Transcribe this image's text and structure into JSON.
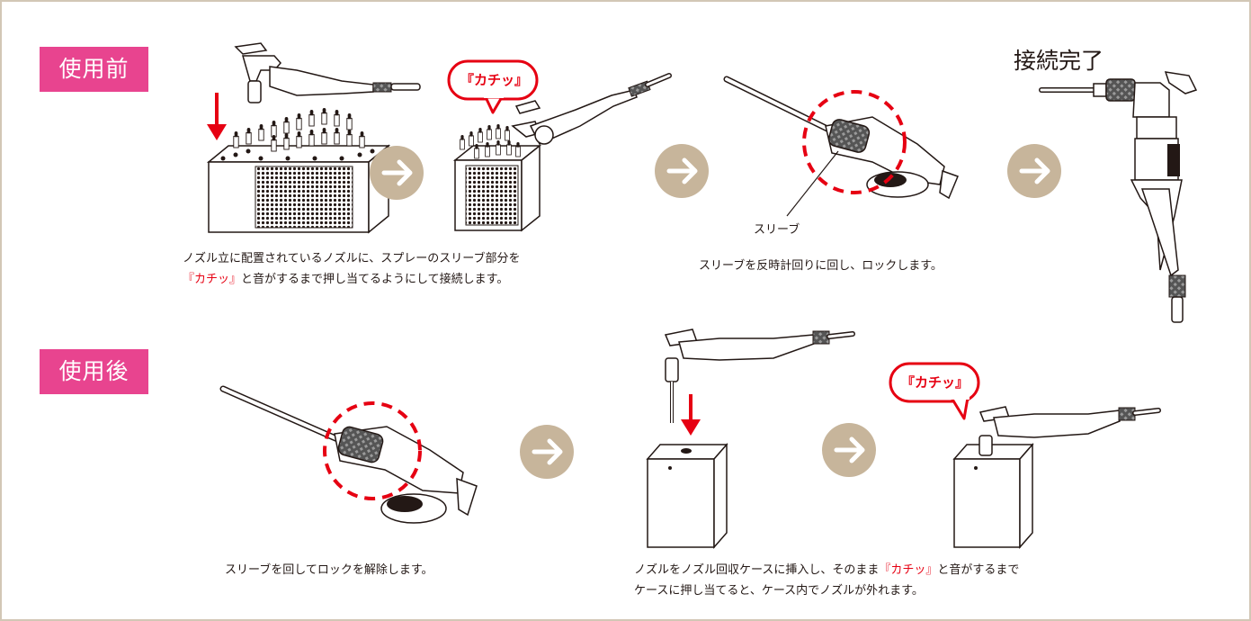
{
  "colors": {
    "label_bg": "#e8448f",
    "accent_red": "#e60012",
    "arrow_bg": "#c7b59b",
    "frame": "#d2c7b6"
  },
  "before": {
    "label": "使用前",
    "caption1_line1": "ノズル立に配置されているノズルに、スプレーのスリーブ部分を",
    "caption1_line2_red": "『カチッ』",
    "caption1_line2_rest": "と音がするまで押し当てるようにして接続します。",
    "click_bubble": "『カチッ』",
    "sleeve_label": "スリーブ",
    "caption2": "スリーブを反時計回りに回し、ロックします。",
    "done_title": "接続完了"
  },
  "after": {
    "label": "使用後",
    "caption1": "スリーブを回してロックを解除します。",
    "caption2_line1_pre": "ノズルをノズル回収ケースに挿入し、そのまま",
    "caption2_line1_red": "『カチッ』",
    "caption2_line1_post": "と音がするまで",
    "caption2_line2": "ケースに押し当てると、ケース内でノズルが外れます。",
    "click_bubble": "『カチッ』"
  },
  "icons": [
    "arrow-right-icon",
    "down-arrow-icon",
    "speech-bubble-icon",
    "spray-gun-icon",
    "nozzle-stand-icon",
    "nozzle-case-icon"
  ]
}
